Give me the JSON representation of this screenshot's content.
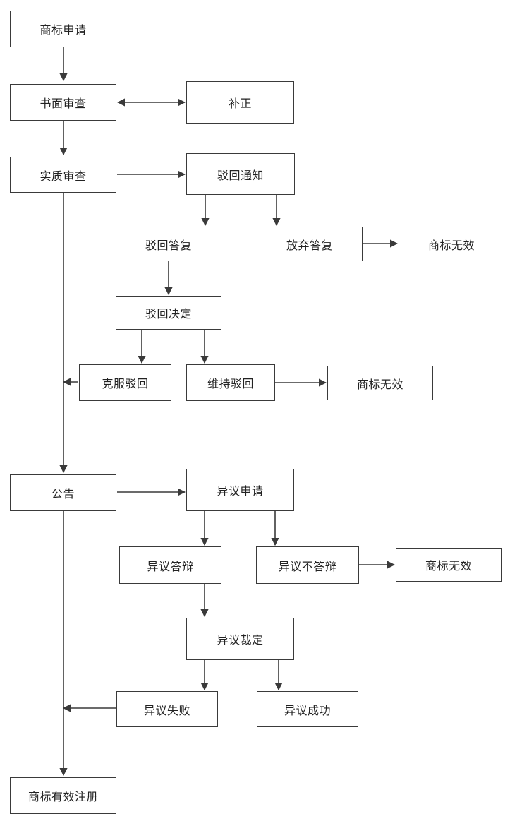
{
  "nodes": {
    "trademark_application": "商标申请",
    "formal_examination": "书面审查",
    "correction": "补正",
    "substantive_examination": "实质审查",
    "rejection_notice": "驳回通知",
    "rejection_reply": "驳回答复",
    "abandon_reply": "放弃答复",
    "invalid_1": "商标无效",
    "rejection_decision": "驳回决定",
    "overcome_rejection": "克服驳回",
    "maintain_rejection": "维持驳回",
    "invalid_2": "商标无效",
    "announcement": "公告",
    "opposition_application": "异议申请",
    "opposition_defense": "异议答辩",
    "opposition_no_defense": "异议不答辩",
    "invalid_3": "商标无效",
    "opposition_ruling": "异议裁定",
    "opposition_failed": "异议失败",
    "opposition_succeeded": "异议成功",
    "effective_registration": "商标有效注册"
  },
  "colors": {
    "line": "#3a3a3a",
    "border": "#3a3a3a",
    "text": "#222222"
  }
}
